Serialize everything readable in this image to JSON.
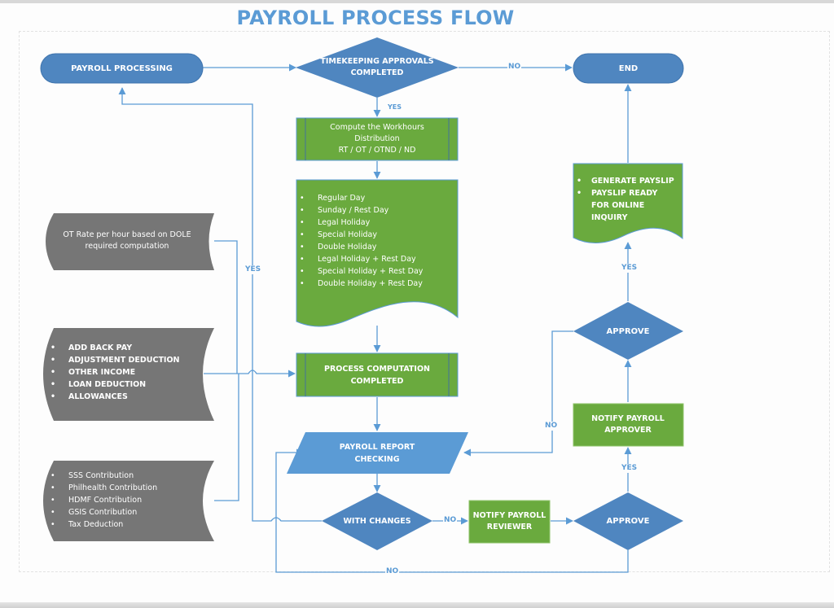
{
  "title": "PAYROLL PROCESS FLOW",
  "colors": {
    "blue_shape": "#4f86c0",
    "light_blue_shape": "#5b9bd5",
    "green_shape": "#6aaa3e",
    "gray_shape": "#767676",
    "connector": "#5b9bd5",
    "title": "#5b9bd5"
  },
  "nodes": {
    "payroll_processing": {
      "text": "PAYROLL PROCESSING",
      "shape": "terminator"
    },
    "timekeeping": {
      "text": "TIMEKEEPING  APPROVALS COMPLETED",
      "shape": "decision"
    },
    "end": {
      "text": "END",
      "shape": "terminator"
    },
    "compute_workhours": {
      "line1": "Compute the Workhours",
      "line2": "Distribution",
      "line3": "RT / OT / OTND / ND",
      "shape": "predefined-process"
    },
    "day_types": {
      "shape": "document",
      "items": [
        "Regular Day",
        "Sunday / Rest Day",
        "Legal Holiday",
        "Special Holiday",
        "Double Holiday",
        "Legal Holiday + Rest Day",
        "Special Holiday + Rest Day",
        "Double Holiday + Rest Day"
      ]
    },
    "ot_rate": {
      "text": "OT Rate per hour based on DOLE required computation",
      "shape": "stored-data"
    },
    "adjustments": {
      "shape": "stored-data",
      "items": [
        "ADD BACK PAY",
        "ADJUSTMENT DEDUCTION",
        "OTHER INCOME",
        "LOAN DEDUCTION",
        "ALLOWANCES"
      ]
    },
    "contributions": {
      "shape": "stored-data",
      "items": [
        "SSS Contribution",
        "Philhealth Contribution",
        "HDMF Contribution",
        "GSIS Contribution",
        "Tax Deduction"
      ]
    },
    "process_computation": {
      "text": "PROCESS COMPUTATION COMPLETED",
      "shape": "predefined-process"
    },
    "report_checking": {
      "text": "PAYROLL REPORT CHECKING",
      "shape": "data"
    },
    "with_changes": {
      "text": "WITH CHANGES",
      "shape": "decision"
    },
    "notify_reviewer": {
      "text": "NOTIFY PAYROLL REVIEWER",
      "shape": "process"
    },
    "approve_reviewer": {
      "text": "APPROVE",
      "shape": "decision"
    },
    "notify_approver": {
      "text": "NOTIFY PAYROLL APPROVER",
      "shape": "process"
    },
    "approve_approver": {
      "text": "APPROVE",
      "shape": "decision"
    },
    "payslip": {
      "shape": "document",
      "items": [
        "GENERATE PAYSLIP",
        "PAYSLIP READY FOR ONLINE INQUIRY"
      ]
    }
  },
  "edge_labels": {
    "timekeeping_yes": "YES",
    "timekeeping_no": "NO",
    "changes_yes": "YES",
    "changes_no": "NO",
    "reviewer_yes": "YES",
    "reviewer_no": "NO",
    "approver_yes": "YES",
    "approver_no": "NO"
  }
}
